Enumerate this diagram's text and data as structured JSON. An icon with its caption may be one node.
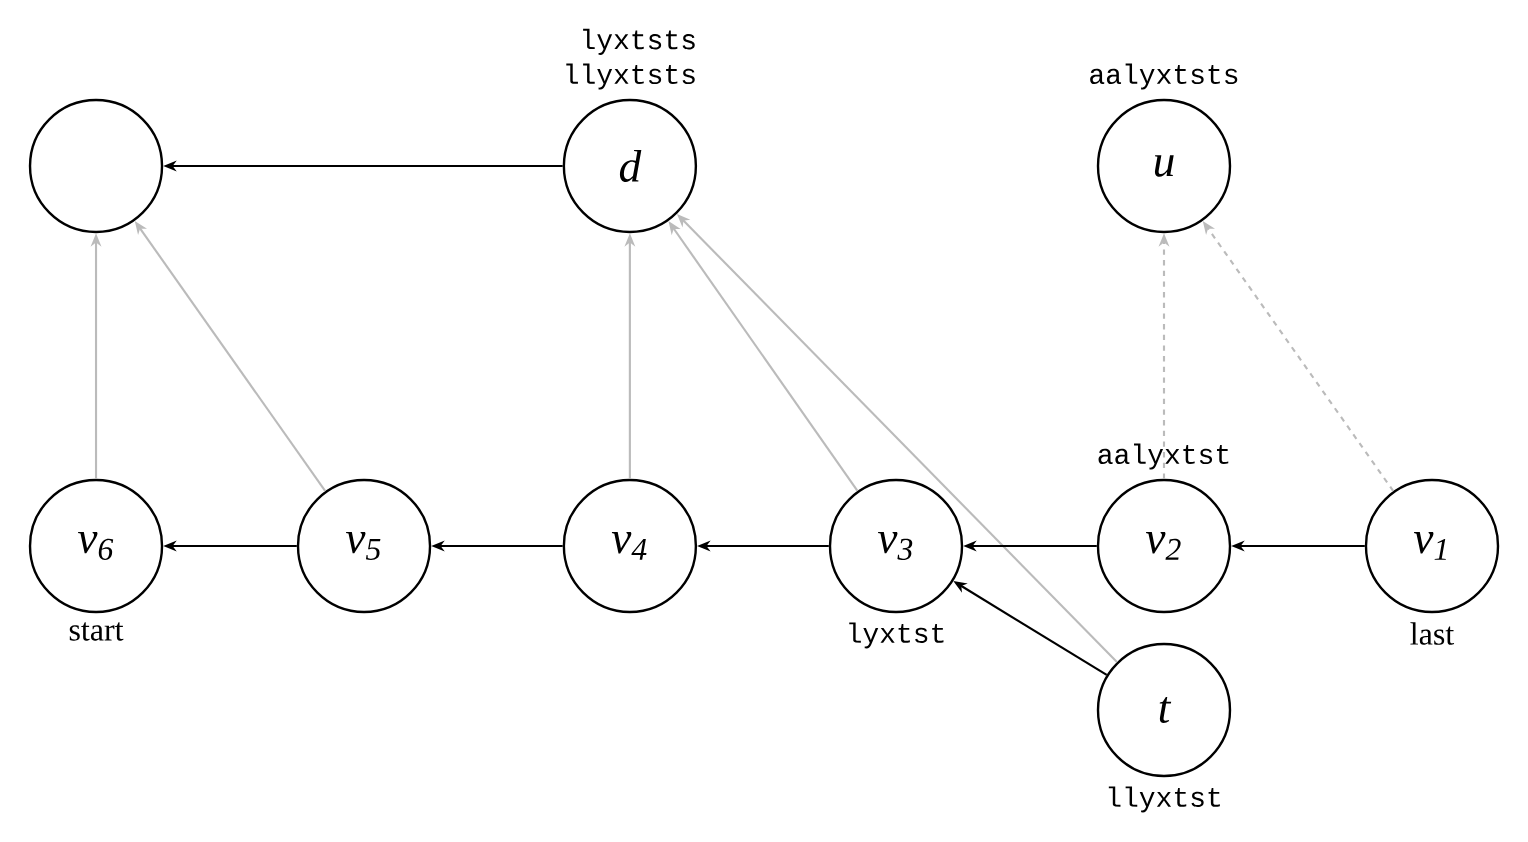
{
  "diagram": {
    "nodes": [
      {
        "text": [],
        "shape": "circle"
      },
      {
        "text": [
          "d"
        ],
        "beside": [
          "lyxtsts",
          "llyxtsts"
        ]
      },
      {
        "text": [
          "u"
        ],
        "beside": [
          "aalyxtsts"
        ]
      },
      {
        "text": [
          "v$_{6}$"
        ],
        "beside": [
          "start"
        ]
      },
      {
        "text": [
          "v$_{5}$"
        ]
      },
      {
        "text": [
          "v$_{4}$"
        ]
      },
      {
        "text": [
          "v$_{3}$"
        ],
        "beside": [
          "lyxtst"
        ]
      },
      {
        "text": [
          "v$_{2}$"
        ],
        "beside": [
          "aalyxtst"
        ]
      },
      {
        "text": [
          "v$_{1}$"
        ],
        "beside": [
          "last"
        ]
      },
      {
        "text": [
          "t"
        ],
        "beside": [
          "llyxtst"
        ]
      }
    ],
    "edges": [
      {
        "from": 1,
        "to": 0,
        "arrow": "to"
      },
      {
        "from": 3,
        "to": 0,
        "arrow": "to",
        "color": "#bbbbbb"
      },
      {
        "from": 4,
        "to": 0,
        "arrow": "to",
        "color": "#bbbbbb"
      },
      {
        "from": 5,
        "to": 1,
        "arrow": "to",
        "color": "#bbbbbb"
      },
      {
        "from": 6,
        "to": 1,
        "arrow": "to",
        "color": "#bbbbbb"
      },
      {
        "from": 9,
        "to": 1,
        "arrow": "to",
        "color": "#bbbbbb"
      },
      {
        "from": 7,
        "to": 2,
        "arrow": "to",
        "style": "dashed",
        "color": "#bbbbbb"
      },
      {
        "from": 8,
        "to": 2,
        "arrow": "to",
        "style": "dashed",
        "color": "#bbbbbb"
      },
      {
        "from": 4,
        "to": 3,
        "arrow": "to"
      },
      {
        "from": 5,
        "to": 4,
        "arrow": "to"
      },
      {
        "from": 6,
        "to": 5,
        "arrow": "to"
      },
      {
        "from": 7,
        "to": 6,
        "arrow": "to"
      },
      {
        "from": 8,
        "to": 7,
        "arrow": "to"
      },
      {
        "from": 9,
        "to": 6,
        "arrow": "to"
      }
    ]
  }
}
